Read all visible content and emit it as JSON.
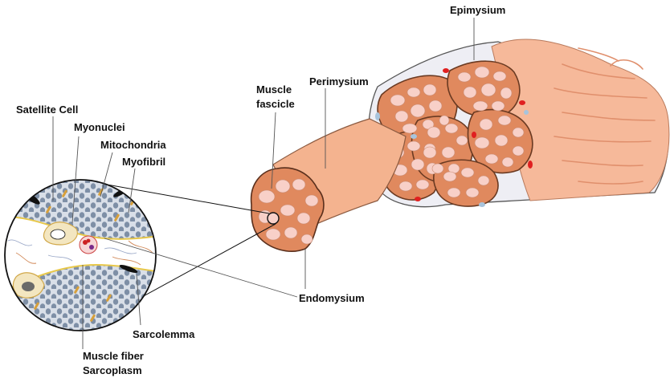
{
  "labels": {
    "epimysium": "Epimysium",
    "perimysium": "Perimysium",
    "muscle_fascicle_1": "Muscle",
    "muscle_fascicle_2": "fascicle",
    "satellite_cell": "Satellite Cell",
    "myonuclei": "Myonuclei",
    "mitochondria": "Mitochondria",
    "myofibril": "Myofibril",
    "endomysium": "Endomysium",
    "sarcolemma": "Sarcolemma",
    "muscle_fiber": "Muscle fiber",
    "sarcoplasm": "Sarcoplasm"
  },
  "colors": {
    "muscle_outer": "#f6b99a",
    "muscle_stripe": "#e08f6c",
    "epimysium_sheath": "#e9e9ef",
    "fascicle_fill": "#e0895e",
    "fascicle_outline": "#6a3a22",
    "fiber_fill": "#f8d0c8",
    "blood_vessel": "#e02020",
    "nerve": "#a8c4dc",
    "myofibril_dot": "#7e8fa6",
    "mitochondria": "#d8a03a",
    "sarcolemma": "#e8c84a"
  }
}
